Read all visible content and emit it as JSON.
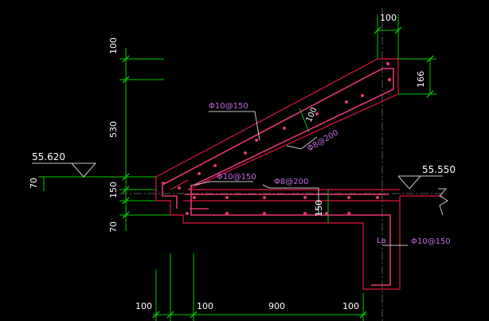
{
  "colors": {
    "background": "#000000",
    "concrete_outline": "#e0163c",
    "rebar": "#e8347a",
    "dimension_line": "#00c800",
    "annotation": "#c8c8c8",
    "rebar_label": "#c46ae8",
    "axis": "#5a5a5a",
    "text": "#ffffff"
  },
  "dimensions": {
    "top_left_100": "100",
    "left_530": "530",
    "left_70_upper": "70",
    "left_150": "150",
    "left_70_lower": "70",
    "top_right_100": "100",
    "right_166": "166",
    "slab_150": "150",
    "slope_100": "100",
    "bottom_100_a": "100",
    "bottom_100_b": "100",
    "bottom_900": "900",
    "bottom_100_c": "100"
  },
  "elevations": {
    "left": "55.620",
    "right": "55.550"
  },
  "rebar_labels": {
    "incline_top": "Φ10@150",
    "incline_dist": "Φ8@200",
    "landing_top": "Φ10@150",
    "landing_dist": "Φ8@200",
    "anchor": "Φ10@150"
  },
  "anchor_length": "La"
}
